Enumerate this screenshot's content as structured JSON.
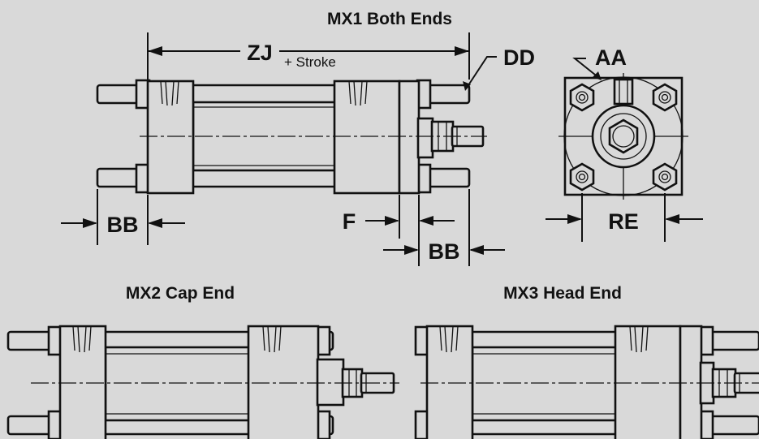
{
  "titles": {
    "mx1": "MX1 Both Ends",
    "mx2": "MX2 Cap End",
    "mx3": "MX3 Head End"
  },
  "dimensions": {
    "zj": "ZJ",
    "stroke": "+ Stroke",
    "dd": "DD",
    "aa": "AA",
    "bb_left": "BB",
    "f": "F",
    "bb_right": "BB",
    "re": "RE"
  },
  "colors": {
    "background": "#d9d9d9",
    "ink": "#111111"
  }
}
